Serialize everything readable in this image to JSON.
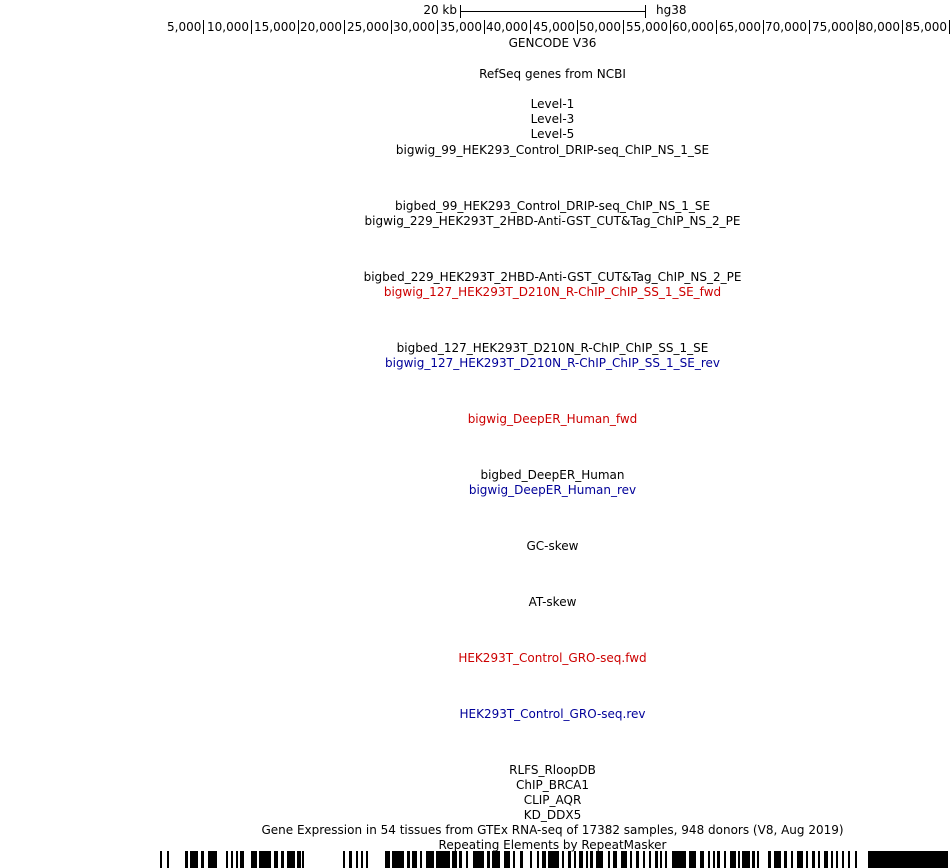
{
  "scalebar": {
    "label": "20 kb",
    "assembly": "hg38"
  },
  "ruler": {
    "ticks": [
      "5,000",
      "10,000",
      "15,000",
      "20,000",
      "25,000",
      "30,000",
      "35,000",
      "40,000",
      "45,000",
      "50,000",
      "55,000",
      "60,000",
      "65,000",
      "70,000",
      "75,000",
      "80,000",
      "85,000"
    ]
  },
  "colors": {
    "black": "#000000",
    "fwd_red": "#cc0000",
    "rev_blue": "#000099"
  },
  "tracks": [
    {
      "label": "GENCODE V36",
      "color": "black"
    },
    {
      "label": "RefSeq genes from NCBI",
      "color": "black"
    },
    {
      "label": "Level-1",
      "color": "black"
    },
    {
      "label": "Level-3",
      "color": "black"
    },
    {
      "label": "Level-5",
      "color": "black"
    },
    {
      "label": "bigwig_99_HEK293_Control_DRIP-seq_ChIP_NS_1_SE",
      "color": "black"
    },
    {
      "label": "bigbed_99_HEK293_Control_DRIP-seq_ChIP_NS_1_SE",
      "color": "black"
    },
    {
      "label": "bigwig_229_HEK293T_2HBD-Anti-GST_CUT&Tag_ChIP_NS_2_PE",
      "color": "black"
    },
    {
      "label": "bigbed_229_HEK293T_2HBD-Anti-GST_CUT&Tag_ChIP_NS_2_PE",
      "color": "black"
    },
    {
      "label": "bigwig_127_HEK293T_D210N_R-ChIP_ChIP_SS_1_SE_fwd",
      "color": "red"
    },
    {
      "label": "bigbed_127_HEK293T_D210N_R-ChIP_ChIP_SS_1_SE",
      "color": "black"
    },
    {
      "label": "bigwig_127_HEK293T_D210N_R-ChIP_ChIP_SS_1_SE_rev",
      "color": "blue"
    },
    {
      "label": "bigwig_DeepER_Human_fwd",
      "color": "red"
    },
    {
      "label": "bigbed_DeepER_Human",
      "color": "black"
    },
    {
      "label": "bigwig_DeepER_Human_rev",
      "color": "blue"
    },
    {
      "label": "GC-skew",
      "color": "black"
    },
    {
      "label": "AT-skew",
      "color": "black"
    },
    {
      "label": "HEK293T_Control_GRO-seq.fwd",
      "color": "red"
    },
    {
      "label": "HEK293T_Control_GRO-seq.rev",
      "color": "blue"
    },
    {
      "label": "RLFS_RloopDB",
      "color": "black"
    },
    {
      "label": "ChIP_BRCA1",
      "color": "black"
    },
    {
      "label": "CLIP_AQR",
      "color": "black"
    },
    {
      "label": "KD_DDX5",
      "color": "black"
    },
    {
      "label": "Gene Expression in 54 tissues from GTEx RNA-seq of 17382 samples, 948 donors (V8, Aug 2019)",
      "color": "black"
    },
    {
      "label": "Repeating Elements by RepeatMasker",
      "color": "black"
    }
  ]
}
